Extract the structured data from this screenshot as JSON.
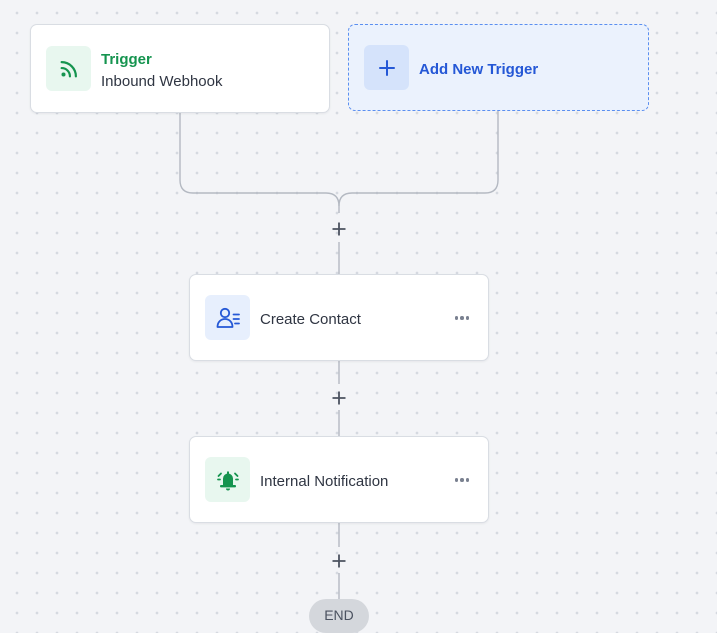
{
  "trigger": {
    "label": "Trigger",
    "name": "Inbound Webhook",
    "icon": "webhook-rss-icon",
    "accent_color": "#15944f"
  },
  "add_trigger": {
    "label": "Add New Trigger",
    "icon": "plus-icon",
    "accent_color": "#2558d6"
  },
  "actions": [
    {
      "label": "Create Contact",
      "icon": "contact-card-icon",
      "accent_color": "#2558d6"
    },
    {
      "label": "Internal Notification",
      "icon": "bell-ringing-icon",
      "accent_color": "#15944f"
    }
  ],
  "end": {
    "label": "END"
  }
}
